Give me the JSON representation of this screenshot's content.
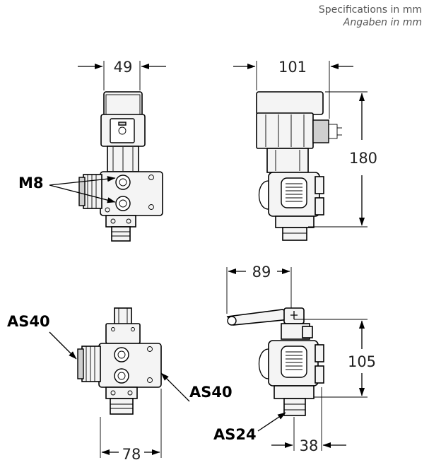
{
  "header": {
    "spec_en": "Specifications in mm",
    "spec_de": "Angaben in mm"
  },
  "dimensions": {
    "top_left_width": "49",
    "top_right_width": "101",
    "top_right_height": "180",
    "bottom_right_width": "89",
    "bottom_right_height": "105",
    "bottom_right_depth": "38",
    "bottom_left_width": "78"
  },
  "callouts": {
    "thread": "M8",
    "connection_left_1": "AS40",
    "connection_left_2": "AS40",
    "connection_bottom": "AS24"
  }
}
